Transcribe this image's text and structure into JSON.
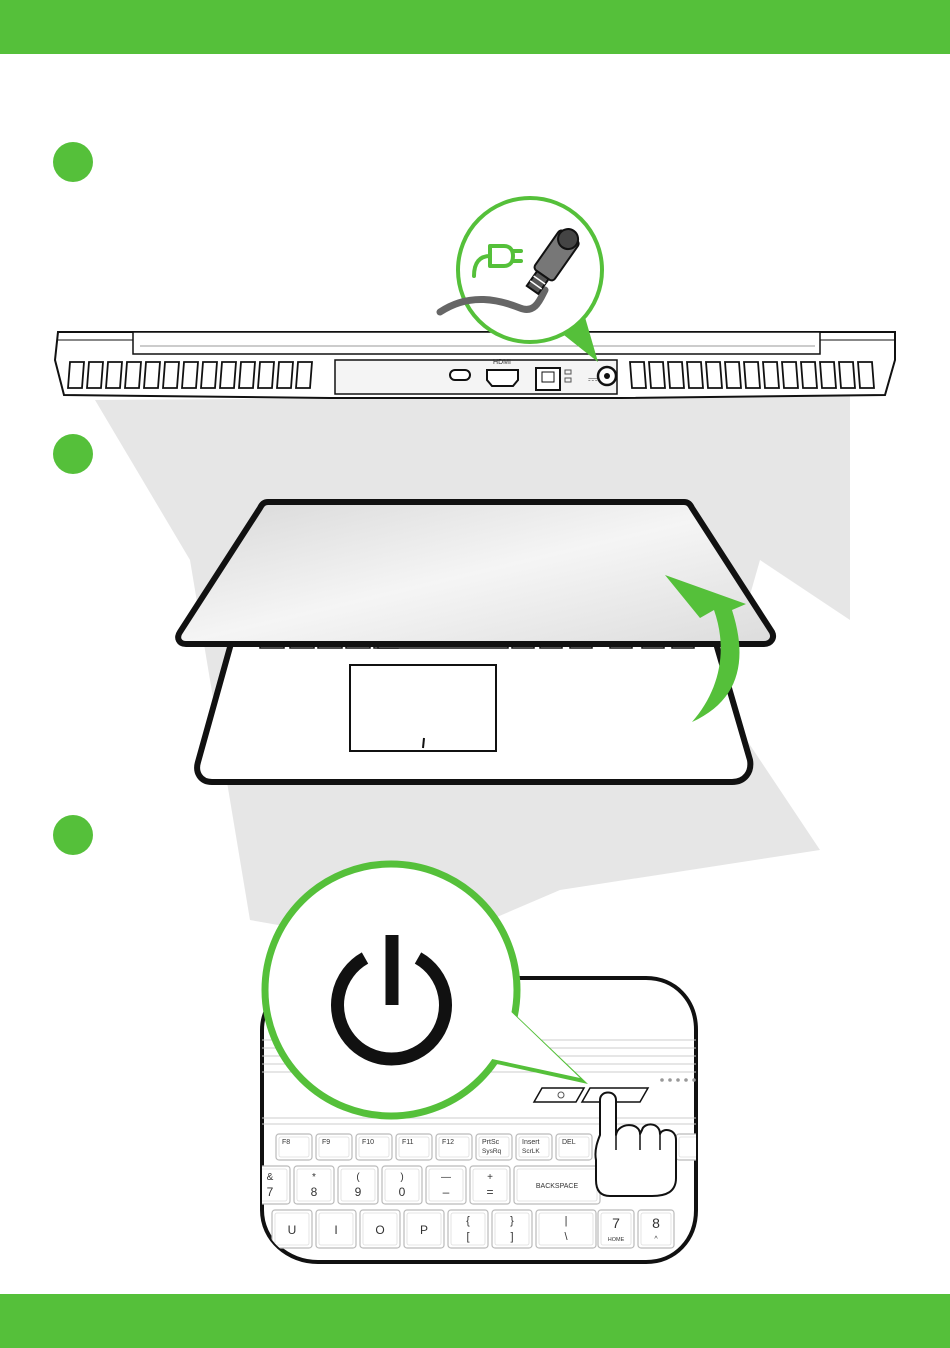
{
  "colors": {
    "accent": "#55c03a",
    "outline": "#111111",
    "watermark": "#e6e6e6"
  },
  "steps": [
    {
      "icon": "step-1-dot"
    },
    {
      "icon": "step-2-dot"
    },
    {
      "icon": "step-3-dot"
    }
  ],
  "ports": {
    "hdmi_label": "HDMI"
  },
  "keyboard": {
    "fn_row": [
      "F8",
      "F9",
      "F10",
      "F11",
      "F12",
      "PrtSc",
      "Insert",
      "DEL"
    ],
    "fn_row_sub": [
      "",
      "",
      "",
      "",
      "",
      "SysRq",
      "ScrLK",
      ""
    ],
    "num_row_top": [
      "&",
      "*",
      "(",
      ")",
      "—",
      "+"
    ],
    "num_row_bottom": [
      "7",
      "8",
      "9",
      "0",
      "–",
      "="
    ],
    "backspace_label": "BACKSPACE",
    "letter_row": [
      "U",
      "I",
      "O",
      "P"
    ],
    "bracket_top": [
      "{",
      "}",
      "|"
    ],
    "bracket_bottom": [
      "[",
      "]",
      "\\"
    ],
    "numpad_7": "7",
    "numpad_7_sub": "HOME",
    "numpad_8": "8",
    "numpad_8_sub": "^"
  }
}
